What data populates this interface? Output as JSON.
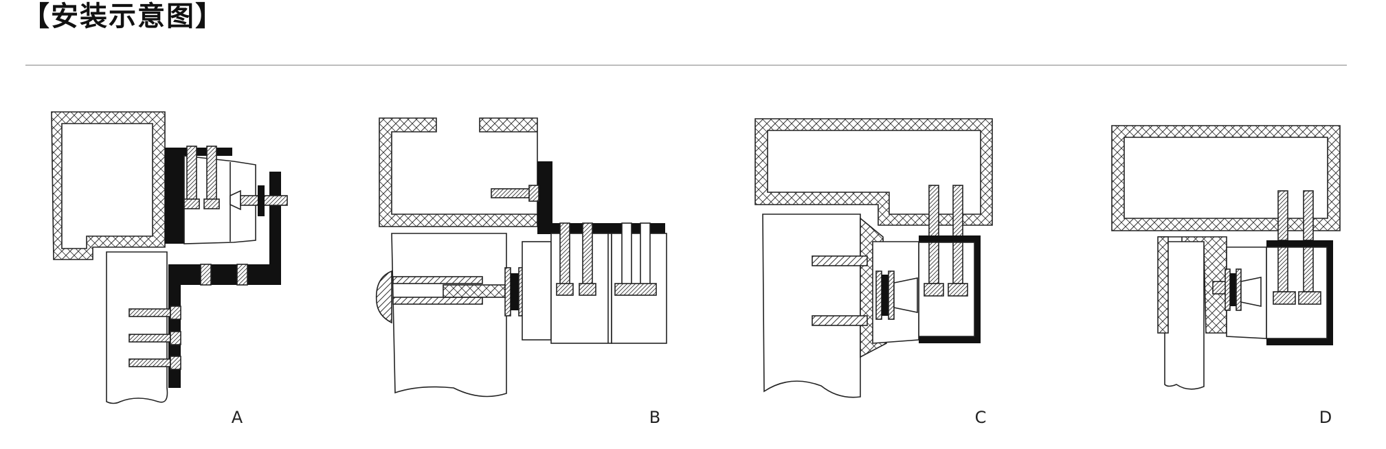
{
  "page": {
    "title": "【安装示意图】"
  },
  "diagrams": [
    {
      "label": "A"
    },
    {
      "label": "B"
    },
    {
      "label": "C"
    },
    {
      "label": "D"
    }
  ]
}
